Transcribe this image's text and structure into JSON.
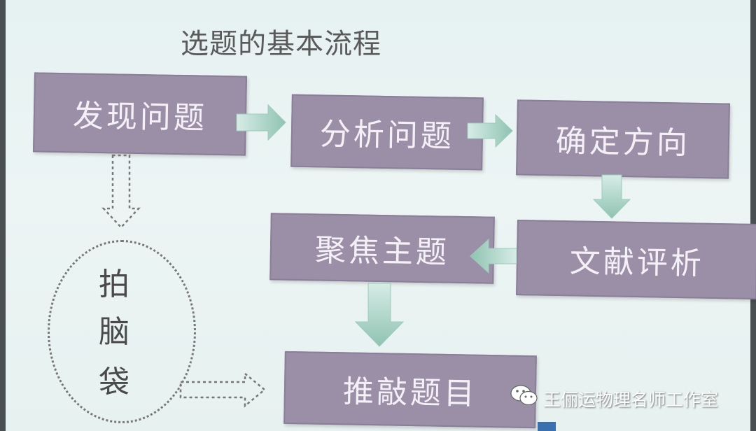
{
  "title": "选题的基本流程",
  "boxes": {
    "discover": "发现问题",
    "analyze": "分析问题",
    "direction": "确定方向",
    "focus": "聚焦主题",
    "review": "文献评析",
    "refine": "推敲题目"
  },
  "brainstorm": {
    "chars": [
      "拍",
      "脑",
      "袋"
    ]
  },
  "watermark": "王俪运物理名师工作室",
  "icons": {
    "arrow": "solid-arrow-icon",
    "dashed_arrow": "dashed-arrow-icon",
    "logo": "wechat-icon"
  }
}
